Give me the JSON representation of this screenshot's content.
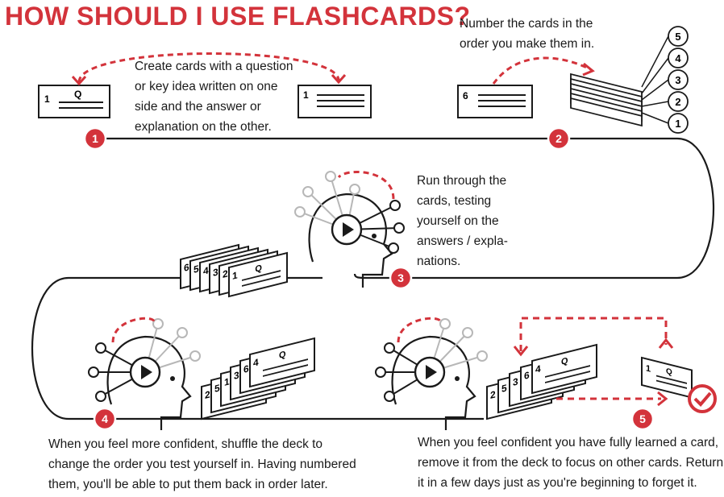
{
  "title": "HOW SHOULD I USE FLASHCARDS?",
  "colors": {
    "accent": "#d3333b",
    "ink": "#1a1a1a",
    "muted": "#b7b7b7",
    "background": "#ffffff"
  },
  "steps": [
    {
      "number": "1",
      "text": "Create cards with a question\nor key idea written on one\nside and the answer or\nexplanation on the other."
    },
    {
      "number": "2",
      "text": "Number the cards in the\norder you make them in."
    },
    {
      "number": "3",
      "text": "Run through the\ncards, testing\nyourself on the\nanswers / expla-\nnations."
    },
    {
      "number": "4",
      "text": "When you feel more confident, shuffle the deck to\nchange the order you test yourself in. Having numbered\nthem, you'll be able to put them back in order later."
    },
    {
      "number": "5",
      "text": "When you feel confident you have fully learned a card,\nremove it from the deck to focus on other cards. Return\nit in a few days just as you're beginning to forget it."
    }
  ],
  "card_labels": {
    "step1_front_number": "1",
    "step1_front_q": "Q",
    "step1_back_number": "1",
    "step2_card_number": "6",
    "step2_stack_numbers": [
      "5",
      "4",
      "3",
      "2",
      "1"
    ],
    "step3_deck_numbers": [
      "6",
      "5",
      "4",
      "3",
      "2",
      "1"
    ],
    "step3_deck_q": "Q",
    "step4_deck_numbers": [
      "4",
      "6",
      "3",
      "1",
      "5",
      "2"
    ],
    "q": "Q",
    "step5_deck_numbers": [
      "4",
      "6",
      "3",
      "5",
      "2"
    ],
    "step5_removed_number": "1"
  },
  "icons": [
    "play-icon",
    "checkmark-icon",
    "dashed-arrow-icon",
    "brain-node-icon"
  ]
}
